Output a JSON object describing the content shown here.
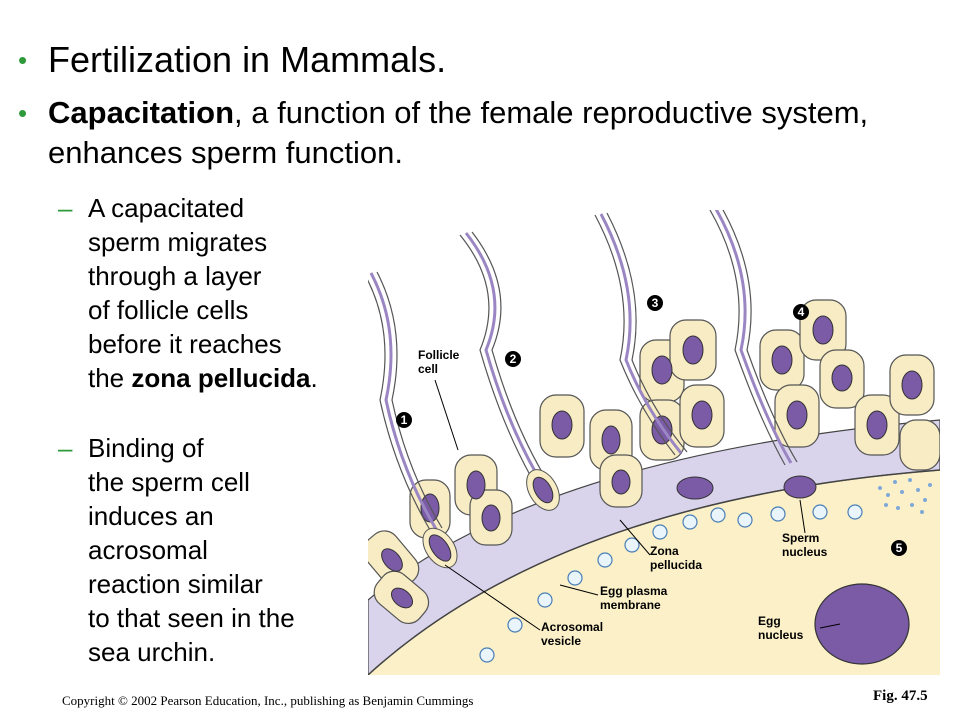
{
  "slide": {
    "bullet1": "Fertilization in Mammals.",
    "bullet2_bold": "Capacitation",
    "bullet2_rest": ", a function of the female reproductive system, enhances sperm function.",
    "sub1_lines": [
      "A capacitated",
      "sperm migrates",
      "through a layer",
      "of follicle cells",
      "before it reaches"
    ],
    "sub1_last_prefix": "the ",
    "sub1_last_bold": "zona pellucida",
    "sub1_last_suffix": ".",
    "sub2_lines": [
      "Binding of",
      "the sperm cell",
      "induces an",
      "acrosomal",
      "reaction similar",
      "to that seen in the",
      "sea urchin."
    ],
    "dash": "–",
    "bullet_symbol": "•"
  },
  "figure": {
    "labels": {
      "follicle_cell": [
        "Follicle",
        "cell"
      ],
      "zona_pellucida": [
        "Zona",
        "pellucida"
      ],
      "egg_plasma_membrane": [
        "Egg plasma",
        "membrane"
      ],
      "acrosomal_vesicle": [
        "Acrosomal",
        "vesicle"
      ],
      "sperm_nucleus": [
        "Sperm",
        "nucleus"
      ],
      "egg_nucleus": [
        "Egg",
        "nucleus"
      ]
    },
    "step_numbers": [
      "1",
      "2",
      "3",
      "4",
      "5"
    ],
    "colors": {
      "follicle_fill": "#f7ecc4",
      "nucleus": "#7b5aa6",
      "zona": "#d9d4ec",
      "egg": "#fbf0c8",
      "bullet_green": "#2f9a3a"
    }
  },
  "footer": {
    "copyright": "Copyright © 2002 Pearson Education, Inc., publishing as Benjamin Cummings",
    "fig_label": "Fig. 47.5"
  }
}
